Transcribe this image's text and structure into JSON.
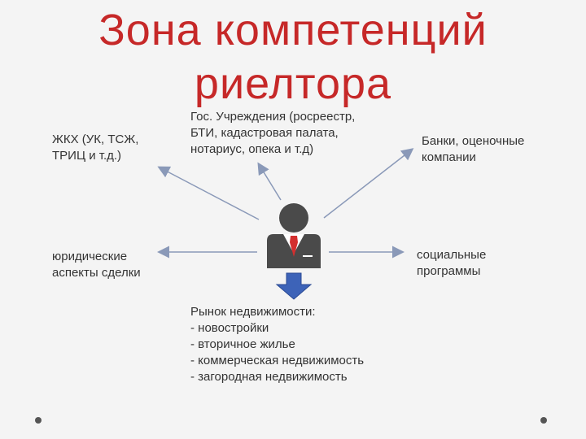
{
  "title": {
    "line1": "Зона компетенций",
    "line2": "риелтора"
  },
  "nodes": {
    "gov": [
      "Гос. Учреждения (росреестр,",
      "БТИ, кадастровая палата,",
      "нотариус, опека и т.д)"
    ],
    "zhkh": [
      "ЖКХ (УК, ТСЖ,",
      "ТРИЦ и т.д.)"
    ],
    "banks": [
      "Банки, оценочные",
      "компании"
    ],
    "legal": [
      "юридические",
      "аспекты сделки"
    ],
    "social": [
      "социальные",
      "программы"
    ],
    "market": [
      "Рынок недвижимости:",
      "- новостройки",
      "- вторичное жилье",
      "- коммерческая недвижимость",
      "- загородная недвижимость"
    ]
  },
  "colors": {
    "title": "#c62828",
    "person": "#4a4a4a",
    "tie": "#d32f2f",
    "arrow_fill": "#3d63b8",
    "connector": "#8a99b8"
  },
  "icons": {
    "center": "person-icon",
    "down": "down-arrow-icon"
  }
}
